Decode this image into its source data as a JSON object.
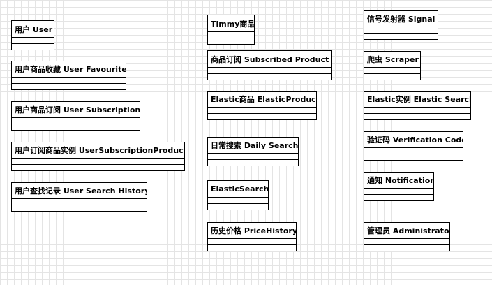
{
  "classes": [
    {
      "name": "用户 User"
    },
    {
      "name": "用户商品收藏 User Favourite"
    },
    {
      "name": "用户商品订阅 User Subscription"
    },
    {
      "name": "用户订阅商品实例 UserSubscriptionProduct"
    },
    {
      "name": "用户查找记录 User Search History"
    },
    {
      "name": "Timmy商品"
    },
    {
      "name": "商品订阅 Subscribed Product"
    },
    {
      "name": "Elastic商品 ElasticProduct"
    },
    {
      "name": "日常搜索 Daily Search"
    },
    {
      "name": "ElasticSearch"
    },
    {
      "name": "历史价格 PriceHistory"
    },
    {
      "name": "信号发射器 Signal"
    },
    {
      "name": "爬虫 Scraper"
    },
    {
      "name": "Elastic实例 Elastic Search"
    },
    {
      "name": "验证码 Verification Code"
    },
    {
      "name": "通知 Notification"
    },
    {
      "name": "管理员 Administrator"
    }
  ]
}
